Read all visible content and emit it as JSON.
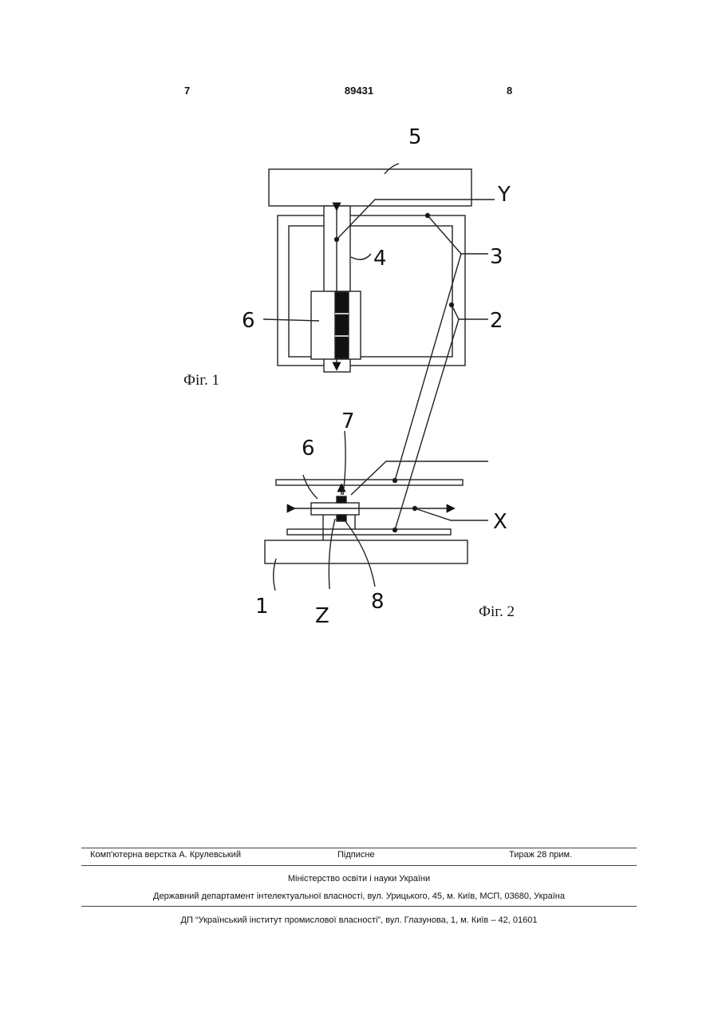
{
  "header": {
    "page_left": "7",
    "patent_number": "89431",
    "page_right": "8"
  },
  "figures": {
    "fig1_caption": "Фіг. 1",
    "fig2_caption": "Фіг. 2",
    "fig1_labels": {
      "l5": "5",
      "lY": "Y",
      "l4": "4",
      "l3": "3",
      "l6": "6",
      "l2": "2"
    },
    "fig2_labels": {
      "l7": "7",
      "l6": "6",
      "lX": "X",
      "l1": "1",
      "lZ": "Z",
      "l8": "8"
    }
  },
  "footer": {
    "layout": "Комп'ютерна верстка А. Крулевський",
    "signed": "Підписне",
    "circulation": "Тираж 28 прим.",
    "ministry": "Міністерство освіти і науки України",
    "department": "Державний департамент інтелектуальної власності, вул. Урицького, 45, м. Київ, МСП, 03680, Україна",
    "institute": "ДП “Український інститут промислової власності”, вул. Глазунова, 1, м. Київ – 42, 01601"
  }
}
